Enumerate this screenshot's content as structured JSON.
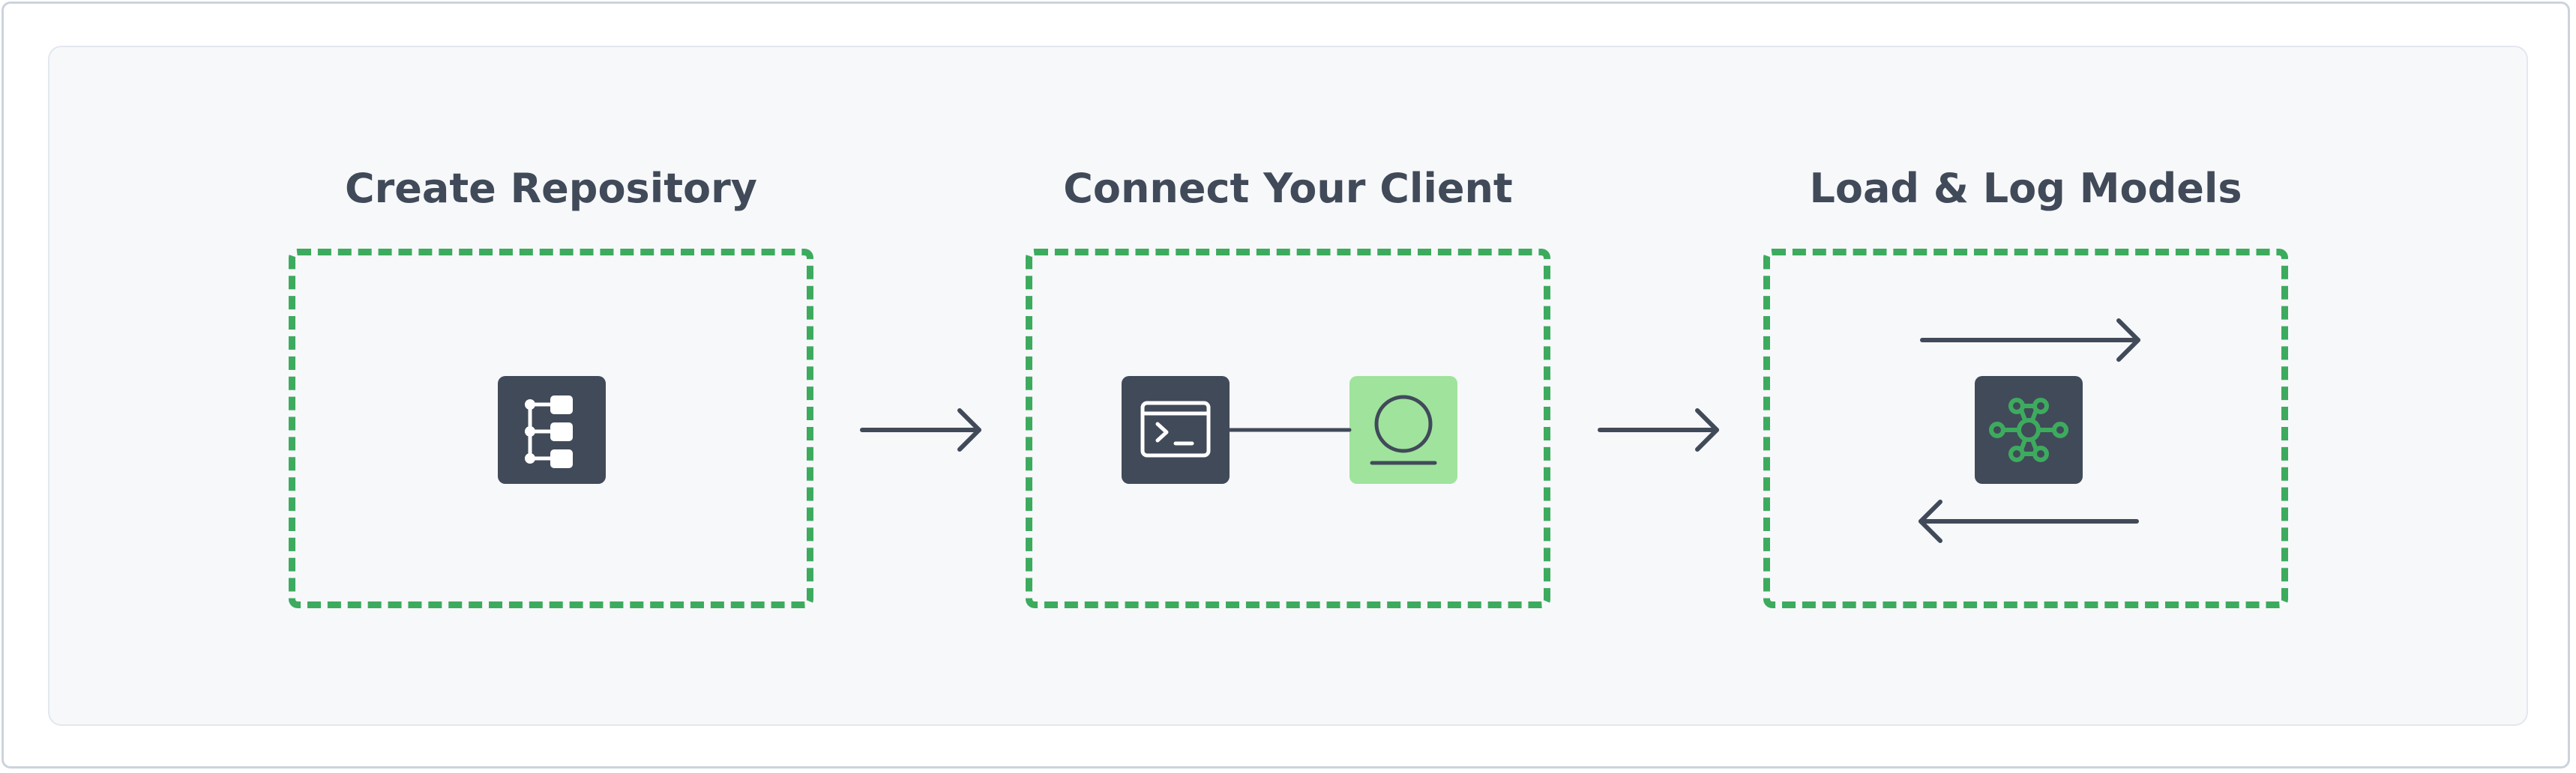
{
  "steps": [
    {
      "title": "Create Repository",
      "icon": "repository-tree-icon"
    },
    {
      "title": "Connect Your Client",
      "icon": "terminal-icon",
      "icon2": "client-circle-icon"
    },
    {
      "title": "Load & Log Models",
      "icon": "model-graph-icon"
    }
  ],
  "colors": {
    "accent_green": "#3dab5e",
    "tile_dark": "#414a59",
    "tile_light_green": "#9fe39d",
    "text": "#414a59",
    "arrow": "#414a59"
  }
}
